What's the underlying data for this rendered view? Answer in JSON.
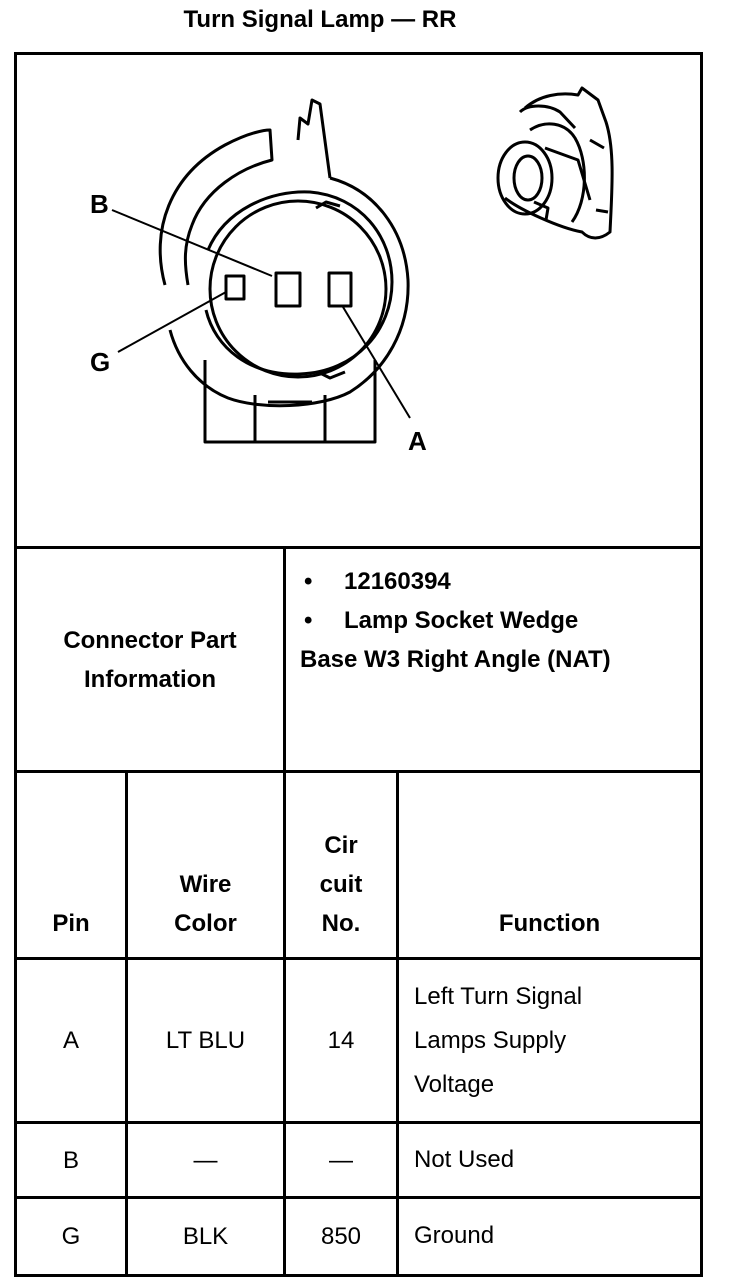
{
  "title": "Turn Signal Lamp — RR",
  "diagram": {
    "callouts": {
      "b": "B",
      "g": "G",
      "a": "A"
    }
  },
  "connector_info": {
    "label_line1": "Connector Part",
    "label_line2": "Information",
    "bullet_symbol": "•",
    "item1": "12160394",
    "item2_line1": "Lamp Socket Wedge",
    "item2_line2": "Base W3 Right Angle (NAT)"
  },
  "table": {
    "headers": {
      "pin": "Pin",
      "wire_line1": "Wire",
      "wire_line2": "Color",
      "circuit_line1": "Cir",
      "circuit_line2": "cuit",
      "circuit_line3": "No.",
      "function": "Function"
    },
    "rows": [
      {
        "pin": "A",
        "wire": "LT BLU",
        "circuit": "14",
        "function_lines": [
          "Left Turn Signal",
          "Lamps Supply",
          "Voltage"
        ]
      },
      {
        "pin": "B",
        "wire": "—",
        "circuit": "—",
        "function_lines": [
          "Not Used"
        ]
      },
      {
        "pin": "G",
        "wire": "BLK",
        "circuit": "850",
        "function_lines": [
          "Ground"
        ]
      }
    ]
  }
}
